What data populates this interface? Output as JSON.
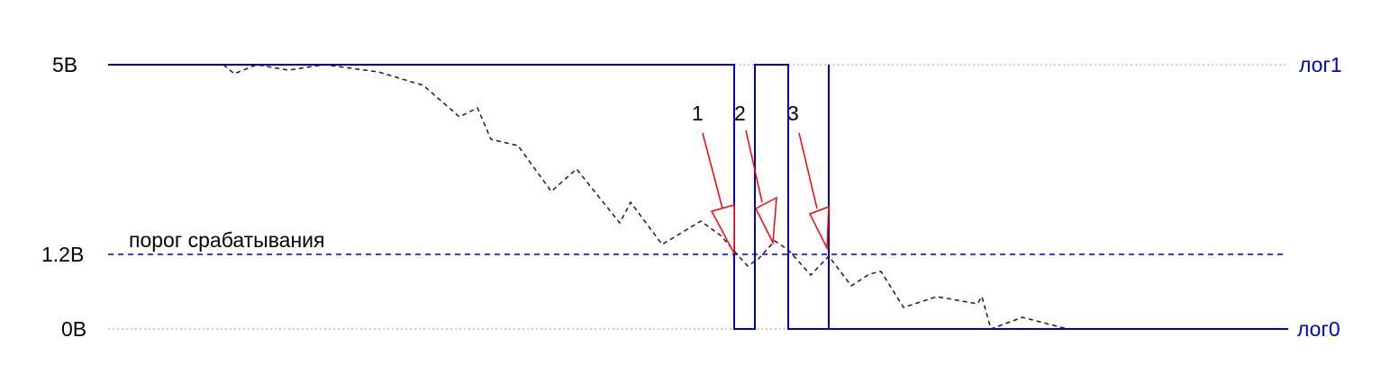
{
  "levels": {
    "high_label": "5В",
    "threshold_label": "1.2В",
    "low_label": "0В",
    "logic_high_label": "лог1",
    "logic_low_label": "лог0",
    "threshold_caption": "порог срабатывания"
  },
  "markers": [
    "1",
    "2",
    "3"
  ],
  "colors": {
    "digital_signal": "#0000cc",
    "threshold_line": "#0000aa",
    "analog_signal": "#2a0a4a",
    "arrows": "#ff0000",
    "grid": "#999999",
    "text": "#000000"
  }
}
